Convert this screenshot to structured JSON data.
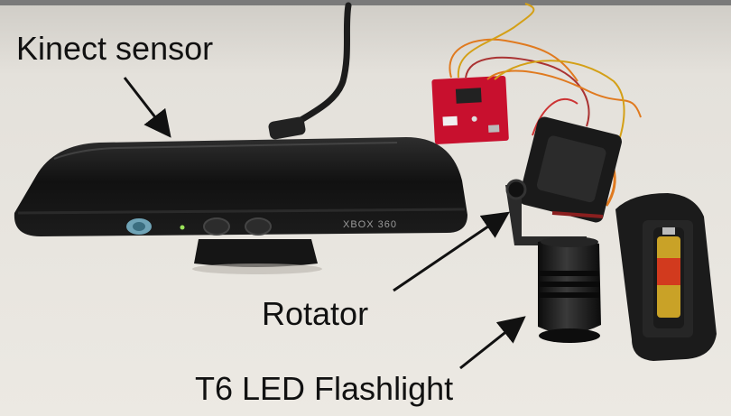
{
  "labels": {
    "kinect": "Kinect sensor",
    "rotator": "Rotator",
    "flashlight": "T6 LED Flashlight"
  },
  "device_text": {
    "kinect_brand": "XBOX 360"
  },
  "colors": {
    "table": "#e7e4de",
    "wall": "#c9c6c0",
    "kinect_body": "#141414",
    "board": "#c8102e",
    "arrow": "#111111"
  }
}
